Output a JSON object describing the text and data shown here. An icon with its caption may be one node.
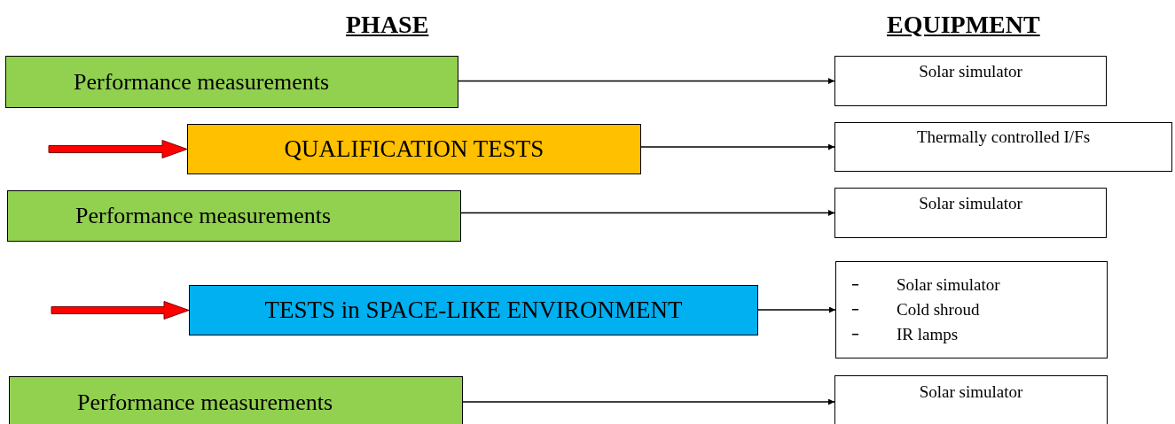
{
  "diagram": {
    "nodes": [
      {
        "text": [
          "Performance measurements"
        ]
      },
      {
        "text": [
          "Solar simulator"
        ]
      },
      {
        "text": [
          "QUALIFICATION TESTS"
        ]
      },
      {
        "text": [
          "Thermally controlled I/Fs"
        ]
      },
      {
        "text": [
          "Performance measurements"
        ]
      },
      {
        "text": [
          "Solar simulator"
        ]
      },
      {
        "text": [
          "TESTS in SPACE-LIKE ENVIRONMENT"
        ]
      },
      {
        "text": [
          "Solar simulator",
          "Cold shroud",
          "IR lamps"
        ]
      },
      {
        "text": [
          "Performance measurements"
        ]
      },
      {
        "text": [
          "Solar simulator"
        ]
      }
    ],
    "edges": [
      {
        "from": 0,
        "to": 1,
        "arrow": "to"
      },
      {
        "from": 2,
        "to": 3,
        "arrow": "to"
      },
      {
        "from": 4,
        "to": 5,
        "arrow": "to"
      },
      {
        "from": 6,
        "to": 7,
        "arrow": "to"
      },
      {
        "from": 8,
        "to": 9,
        "arrow": "to"
      },
      {
        "from": null,
        "to": 2,
        "arrow": "to",
        "style": "thick",
        "color": "#ff0000"
      },
      {
        "from": null,
        "to": 6,
        "arrow": "to",
        "style": "thick",
        "color": "#ff0000"
      }
    ],
    "labels": [
      "PHASE",
      "EQUIPMENT"
    ]
  }
}
